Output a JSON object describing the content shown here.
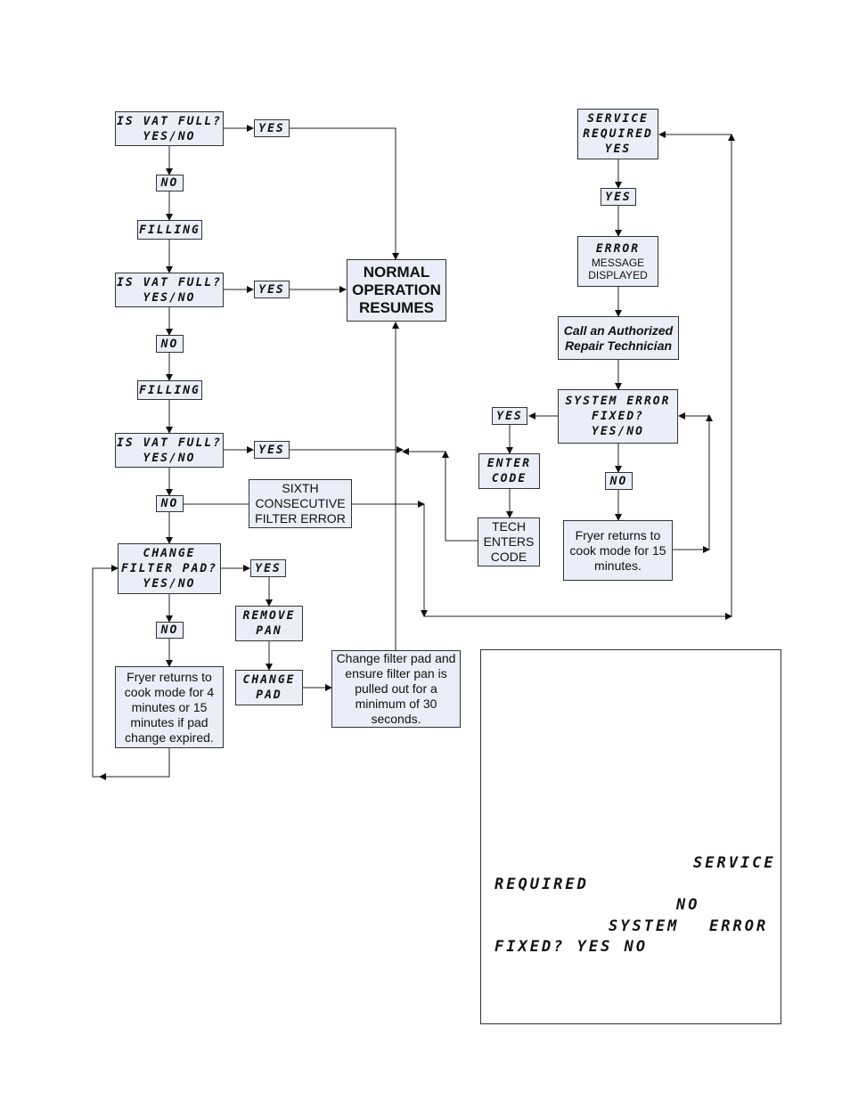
{
  "boxes": {
    "vat1": [
      "IS VAT FULL?",
      "YES/NO"
    ],
    "yes1": "YES",
    "no1": "NO",
    "filling1": "FILLING",
    "vat2": [
      "IS VAT FULL?",
      "YES/NO"
    ],
    "yes2": "YES",
    "no2": "NO",
    "filling2": "FILLING",
    "vat3": [
      "IS VAT FULL?",
      "YES/NO"
    ],
    "yes3": "YES",
    "no3": "NO",
    "sixth": [
      "SIXTH",
      "CONSECUTIVE",
      "FILTER ERROR"
    ],
    "change_filter": [
      "CHANGE",
      "FILTER PAD?",
      "YES/NO"
    ],
    "yes4": "YES",
    "no4": "NO",
    "remove_pan": [
      "REMOVE",
      "PAN"
    ],
    "change_pad": [
      "CHANGE",
      "PAD"
    ],
    "fryer_returns_4": [
      "Fryer returns to",
      "cook mode for 4",
      "minutes or 15",
      "minutes if pad",
      "change expired."
    ],
    "change_filter_instr": [
      "Change filter pad and",
      "ensure filter pan is",
      "pulled out for a",
      "minimum of 30",
      "seconds."
    ],
    "normal": [
      "NORMAL",
      "OPERATION",
      "RESUMES"
    ],
    "service_required": [
      "SERVICE",
      "REQUIRED",
      "YES"
    ],
    "yes5": "YES",
    "error_title": "ERROR",
    "error_msg": [
      "MESSAGE",
      "DISPLAYED"
    ],
    "call_tech": [
      "Call an Authorized",
      "Repair Technician"
    ],
    "system_error": [
      "SYSTEM ERROR",
      "FIXED?",
      "YES/NO"
    ],
    "yes6": "YES",
    "no6": "NO",
    "enter_code": [
      "ENTER",
      "CODE"
    ],
    "tech_enters": [
      "TECH",
      "ENTERS",
      "CODE"
    ],
    "fryer_returns_15": [
      "Fryer returns to",
      "cook mode for 15",
      "minutes."
    ]
  },
  "legend": {
    "service": "SERVICE",
    "required": "REQUIRED",
    "no": "NO",
    "system": "SYSTEM",
    "error": "ERROR",
    "fixed_line": "FIXED? YES NO"
  },
  "colors": {
    "box_fill": "#e9eef8",
    "line": "#222222"
  }
}
